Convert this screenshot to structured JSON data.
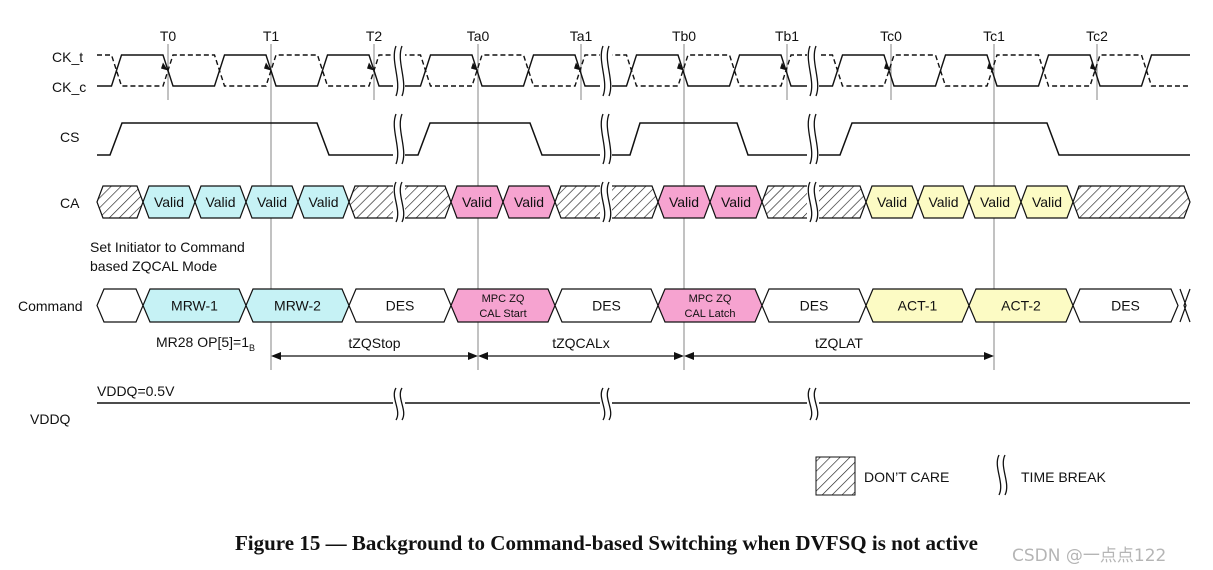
{
  "clock": {
    "tick_labels": [
      "T0",
      "T1",
      "T2",
      "Ta0",
      "Ta1",
      "Tb0",
      "Tb1",
      "Tc0",
      "Tc1",
      "Tc2"
    ]
  },
  "signals": {
    "ck_t": "CK_t",
    "ck_c": "CK_c",
    "cs": "CS",
    "ca": "CA",
    "command": "Command",
    "vddq": "VDDQ"
  },
  "ca_bus": [
    {
      "text": "",
      "kind": "dc"
    },
    {
      "text": "Valid",
      "kind": "cyan"
    },
    {
      "text": "Valid",
      "kind": "cyan"
    },
    {
      "text": "Valid",
      "kind": "cyan"
    },
    {
      "text": "Valid",
      "kind": "cyan"
    },
    {
      "text": "",
      "kind": "dc"
    },
    {
      "text": "Valid",
      "kind": "pink"
    },
    {
      "text": "Valid",
      "kind": "pink"
    },
    {
      "text": "",
      "kind": "dc"
    },
    {
      "text": "Valid",
      "kind": "pink"
    },
    {
      "text": "Valid",
      "kind": "pink"
    },
    {
      "text": "",
      "kind": "dc"
    },
    {
      "text": "Valid",
      "kind": "yellow"
    },
    {
      "text": "Valid",
      "kind": "yellow"
    },
    {
      "text": "Valid",
      "kind": "yellow"
    },
    {
      "text": "Valid",
      "kind": "yellow"
    },
    {
      "text": "",
      "kind": "dc"
    }
  ],
  "command_bus": [
    {
      "lines": [
        ""
      ],
      "kind": "white"
    },
    {
      "lines": [
        "MRW-1"
      ],
      "kind": "cyan"
    },
    {
      "lines": [
        "MRW-2"
      ],
      "kind": "cyan"
    },
    {
      "lines": [
        "DES"
      ],
      "kind": "white"
    },
    {
      "lines": [
        "MPC ZQ",
        "CAL Start"
      ],
      "kind": "pink"
    },
    {
      "lines": [
        "DES"
      ],
      "kind": "white"
    },
    {
      "lines": [
        "MPC ZQ",
        "CAL Latch"
      ],
      "kind": "pink"
    },
    {
      "lines": [
        "DES"
      ],
      "kind": "white"
    },
    {
      "lines": [
        "ACT-1"
      ],
      "kind": "yellow"
    },
    {
      "lines": [
        "ACT-2"
      ],
      "kind": "yellow"
    },
    {
      "lines": [
        "DES"
      ],
      "kind": "white"
    }
  ],
  "annotations": {
    "initiator_line1": "Set Initiator to Command",
    "initiator_line2": "based ZQCAL Mode",
    "mr28_main": "MR28 OP[5]=1",
    "mr28_sub": "B",
    "vddq_value": "VDDQ=0.5V"
  },
  "timings": [
    "tZQStop",
    "tZQCALx",
    "tZQLAT"
  ],
  "legend": {
    "dont_care": "DON’T CARE",
    "time_break": "TIME BREAK"
  },
  "caption": "Figure 15 — Background to Command-based Switching when DVFSQ is not active",
  "watermark": "CSDN @一点点122",
  "colors": {
    "cyan": "#c6f2f5",
    "pink": "#f6a3d0",
    "yellow": "#fcfbc4",
    "white": "#ffffff",
    "line": "#111111"
  }
}
